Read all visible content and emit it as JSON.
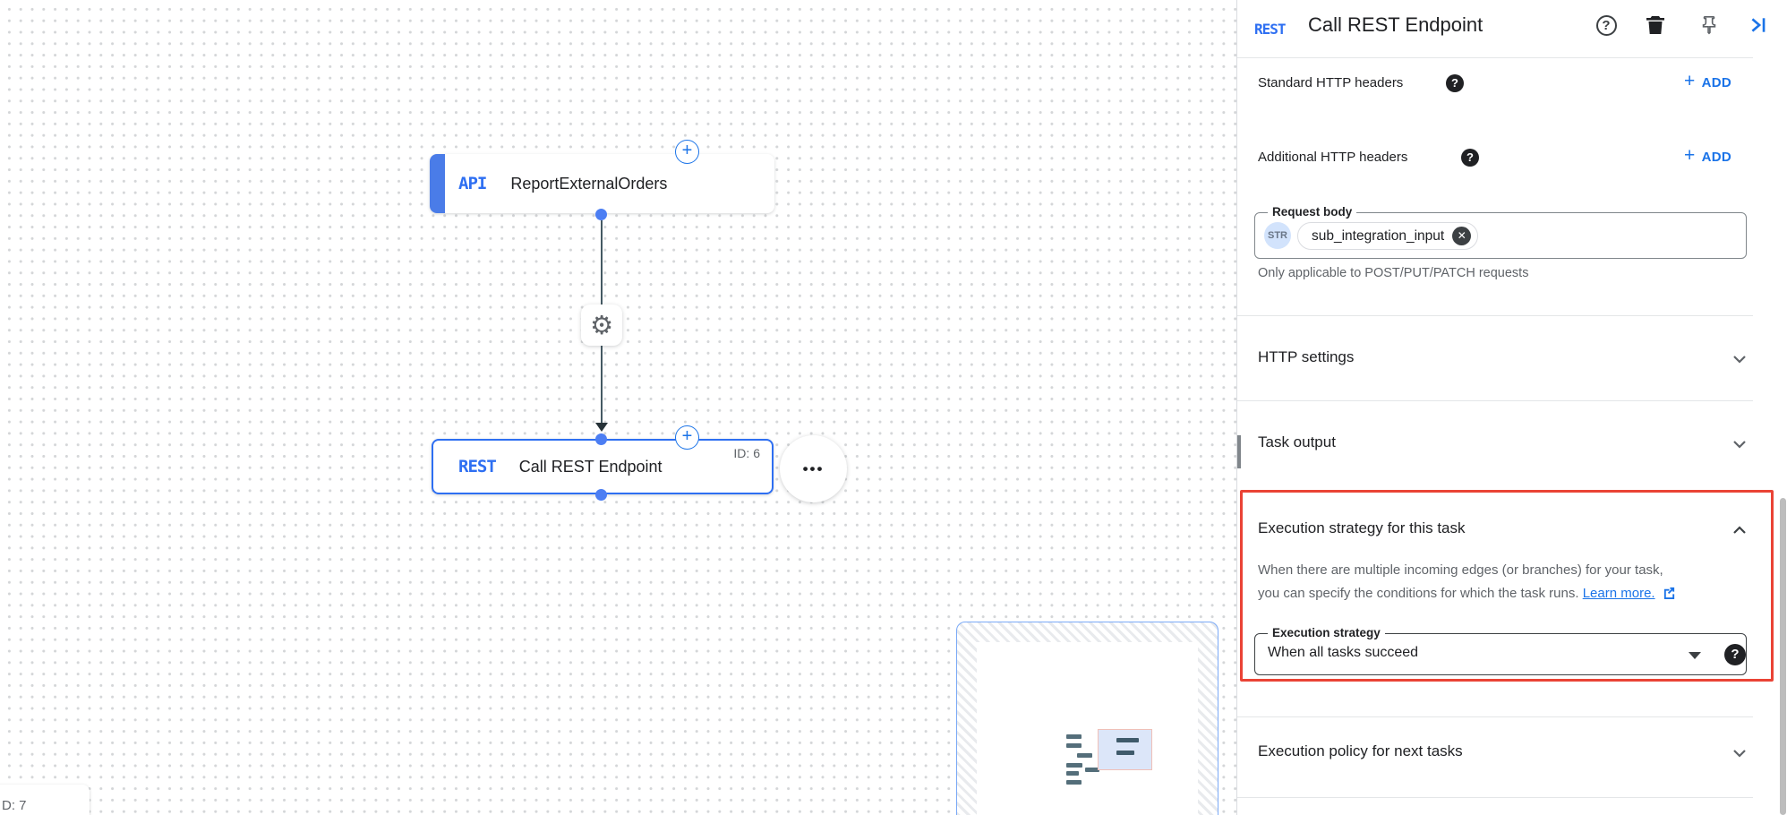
{
  "colors": {
    "accent_blue": "#1a73e8",
    "node_border_blue": "#2e6ff2",
    "highlight_red": "#ea4335",
    "text_primary": "#202124",
    "text_secondary": "#5f6368",
    "chip_background": "#d2e3fc"
  },
  "icons": {
    "plus": "+",
    "gear": "⚙",
    "more_dots": "•••",
    "help": "?",
    "close": "✕"
  },
  "canvas": {
    "node_api": {
      "badge": "API",
      "label": "ReportExternalOrders"
    },
    "node_rest": {
      "badge": "REST",
      "label": "Call REST Endpoint",
      "id_label": "ID: 6"
    },
    "cut_node_label": "D: 7"
  },
  "panel": {
    "header": {
      "badge": "REST",
      "title": "Call REST Endpoint"
    },
    "standard_headers": {
      "label": "Standard HTTP headers",
      "add_label": "ADD"
    },
    "additional_headers": {
      "label": "Additional HTTP headers",
      "add_label": "ADD"
    },
    "request_body": {
      "label": "Request body",
      "type": "STR",
      "value": "sub_integration_input",
      "hint": "Only applicable to POST/PUT/PATCH requests"
    },
    "http_settings": {
      "title": "HTTP settings"
    },
    "task_output": {
      "title": "Task output"
    },
    "execution_strategy": {
      "title": "Execution strategy for this task",
      "description_line1": "When there are multiple incoming edges (or branches) for your task,",
      "description_line2": "you can specify the conditions for which the task runs.",
      "learn_more_label": "Learn more.",
      "field_label": "Execution strategy",
      "field_value": "When all tasks succeed"
    },
    "execution_policy": {
      "title": "Execution policy for next tasks"
    }
  }
}
